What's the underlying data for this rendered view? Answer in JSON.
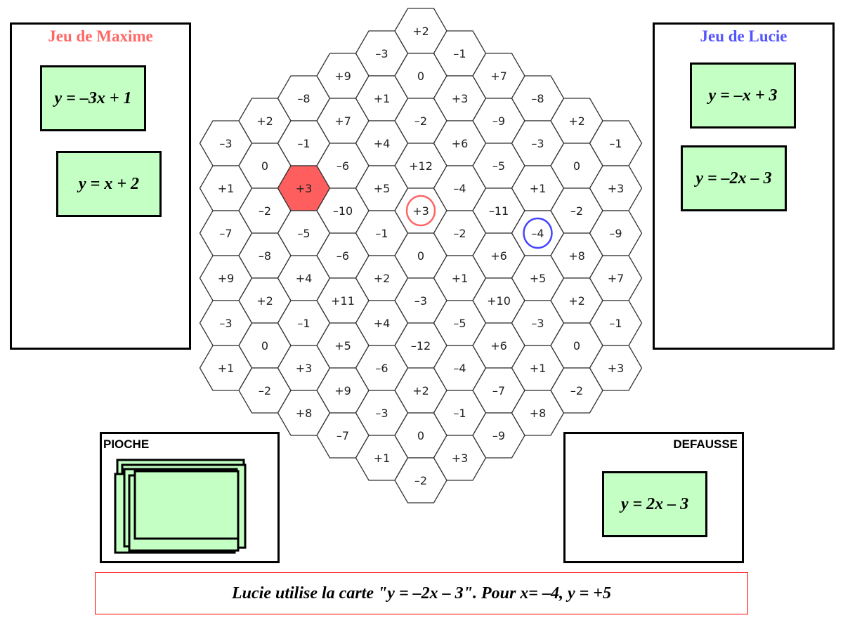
{
  "players": {
    "maxime": {
      "title": "Jeu de Maxime",
      "color": "#ff6666",
      "cards": [
        "y = –3x + 1",
        "y = x  + 2"
      ]
    },
    "lucie": {
      "title": "Jeu de Lucie",
      "color": "#5555ff",
      "cards": [
        "y = –x + 3",
        "y = –2x – 3"
      ]
    }
  },
  "pioche": {
    "label": "PIOCHE"
  },
  "defausse": {
    "label": "DEFAUSSE",
    "card": "y = 2x – 3"
  },
  "message": "Lucie utilise la carte \"y = –2x – 3\". Pour x= –4, y = +5",
  "colors": {
    "card_fill": "#c4ffc4",
    "red_fill": "#ff5e5e",
    "red_circle": "#ff6666",
    "blue_circle": "#4444ff"
  },
  "board": {
    "columns": [
      [
        "–3",
        "+1",
        "–7",
        "+9",
        "–3",
        "+1"
      ],
      [
        "+2",
        "0",
        "–2",
        "–8",
        "+2",
        "0",
        "–2"
      ],
      [
        "–8",
        "–1",
        "+3",
        "–5",
        "+4",
        "–1",
        "+3",
        "+8"
      ],
      [
        "+9",
        "+7",
        "–6",
        "–10",
        "–6",
        "+11",
        "+5",
        "+9",
        "–7"
      ],
      [
        "–3",
        "+1",
        "+4",
        "+5",
        "–1",
        "+2",
        "+4",
        "–6",
        "–3",
        "+1"
      ],
      [
        "+2",
        "0",
        "–2",
        "+12",
        "+3",
        "0",
        "–3",
        "–12",
        "+2",
        "0",
        "–2"
      ],
      [
        "–1",
        "+3",
        "+6",
        "–4",
        "–2",
        "+1",
        "–5",
        "–4",
        "–1",
        "+3"
      ],
      [
        "+7",
        "–9",
        "–5",
        "–11",
        "+6",
        "+10",
        "+6",
        "–7",
        "–9"
      ],
      [
        "–8",
        "–3",
        "+1",
        "–4",
        "+5",
        "–3",
        "+1",
        "+8"
      ],
      [
        "+2",
        "0",
        "–2",
        "+8",
        "+2",
        "0",
        "–2"
      ],
      [
        "–1",
        "+3",
        "–9",
        "+7",
        "–1",
        "+3"
      ]
    ],
    "filled_red": {
      "col": 2,
      "row": 2
    },
    "circle_red": {
      "col": 5,
      "row": 4
    },
    "circle_blue": {
      "col": 8,
      "row": 3
    }
  }
}
